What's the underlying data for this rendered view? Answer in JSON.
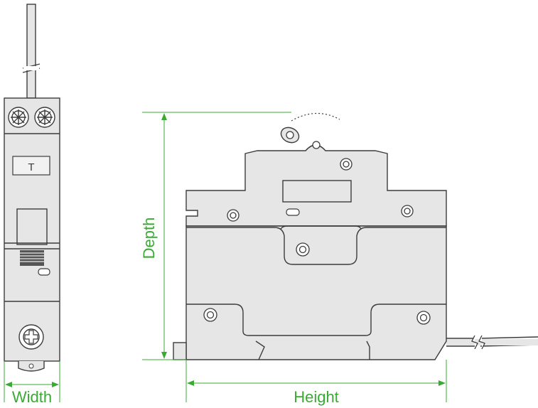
{
  "labels": {
    "width": "Width",
    "height": "Height",
    "depth": "Depth"
  },
  "breaker_front": {
    "terminal_symbol": "T"
  },
  "colors": {
    "dimension": "#3aaa35",
    "outline": "#3c3c3c",
    "body_fill": "#e6e6e6"
  }
}
